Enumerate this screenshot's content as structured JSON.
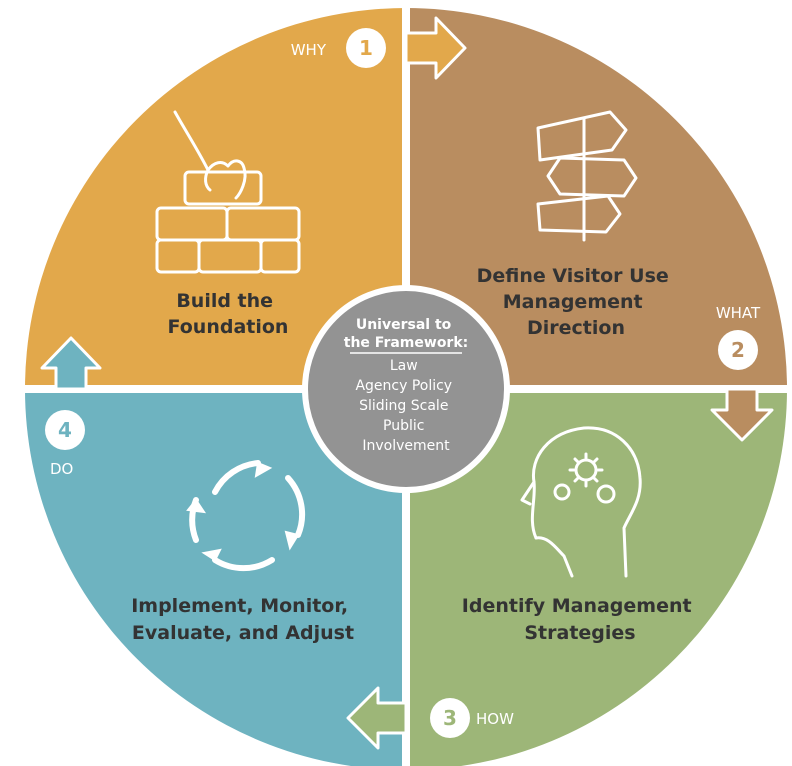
{
  "colors": {
    "build": "#E2A84B",
    "define": "#B98D60",
    "identify": "#9DB678",
    "implement": "#6EB3C0",
    "center": "#939393",
    "divider": "#ffffff",
    "text": "#333333"
  },
  "quadrants": {
    "build": {
      "title_lines": [
        "Build the",
        "Foundation"
      ],
      "icon": "brick-wall-icon"
    },
    "define": {
      "title_lines": [
        "Define Visitor Use",
        "Management",
        "Direction"
      ],
      "icon": "signpost-icon"
    },
    "identify": {
      "title_lines": [
        "Identify Management",
        "Strategies"
      ],
      "icon": "head-gears-icon"
    },
    "implement": {
      "title_lines": [
        "Implement, Monitor,",
        "Evaluate, and Adjust"
      ],
      "icon": "cycle-arrows-icon"
    }
  },
  "steps": {
    "why": {
      "label": "WHY",
      "number": "1"
    },
    "what": {
      "label": "WHAT",
      "number": "2"
    },
    "how": {
      "label": "HOW",
      "number": "3"
    },
    "do": {
      "label": "DO",
      "number": "4"
    }
  },
  "center": {
    "heading_lines": [
      "Universal to",
      "the Framework:"
    ],
    "items": [
      "Law",
      "Agency Policy",
      "Sliding Scale",
      "Public",
      "Involvement"
    ]
  }
}
